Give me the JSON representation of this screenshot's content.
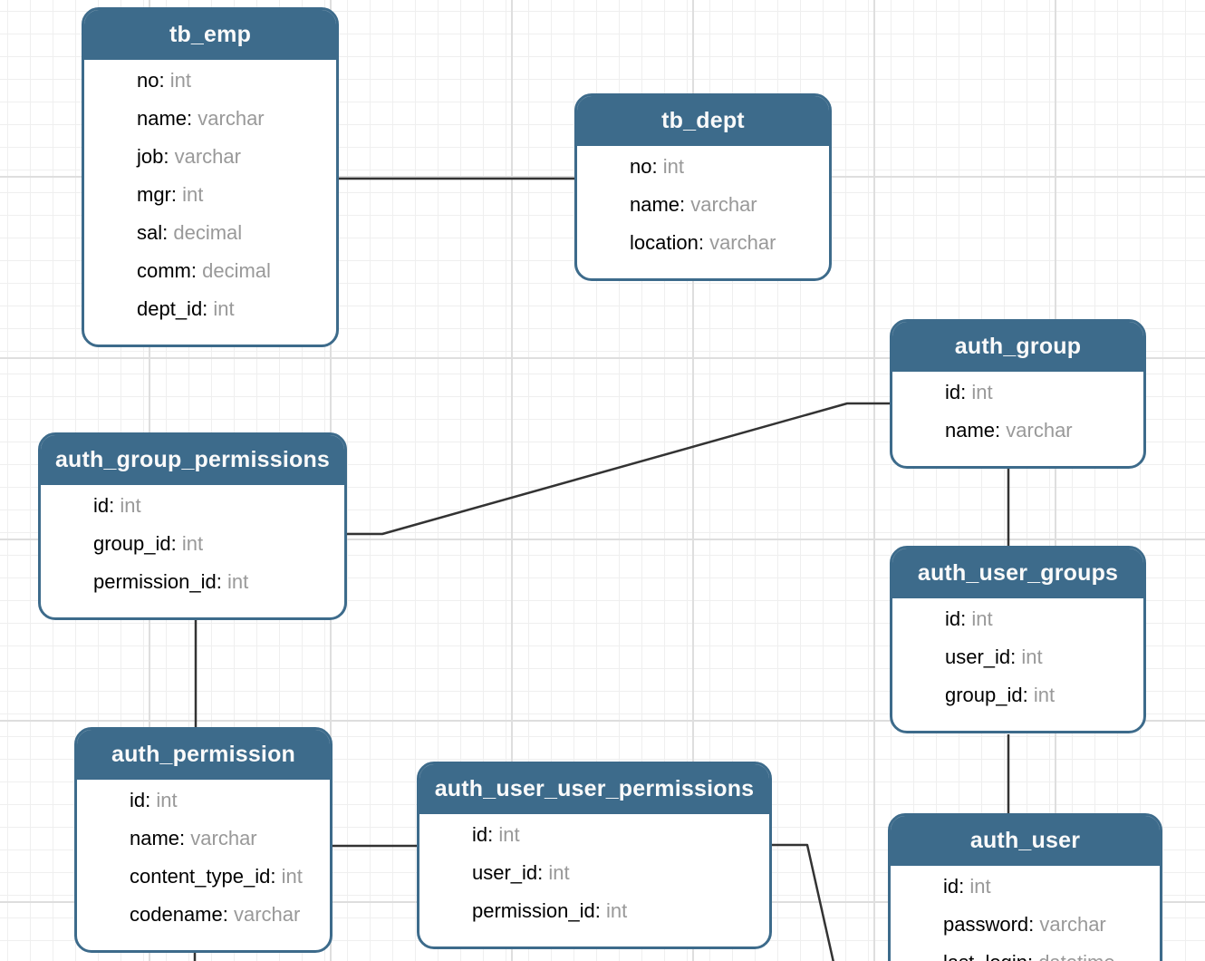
{
  "diagram": {
    "type": "database-schema",
    "tables": [
      {
        "name": "tb_emp",
        "title": "tb_emp",
        "fields": [
          {
            "name": "no",
            "type": "int"
          },
          {
            "name": "name",
            "type": "varchar"
          },
          {
            "name": "job",
            "type": "varchar"
          },
          {
            "name": "mgr",
            "type": "int"
          },
          {
            "name": "sal",
            "type": "decimal"
          },
          {
            "name": "comm",
            "type": "decimal"
          },
          {
            "name": "dept_id",
            "type": "int"
          }
        ]
      },
      {
        "name": "tb_dept",
        "title": "tb_dept",
        "fields": [
          {
            "name": "no",
            "type": "int"
          },
          {
            "name": "name",
            "type": "varchar"
          },
          {
            "name": "location",
            "type": "varchar"
          }
        ]
      },
      {
        "name": "auth_group",
        "title": "auth_group",
        "fields": [
          {
            "name": "id",
            "type": "int"
          },
          {
            "name": "name",
            "type": "varchar"
          }
        ]
      },
      {
        "name": "auth_group_permissions",
        "title": "auth_group_permissions",
        "fields": [
          {
            "name": "id",
            "type": "int"
          },
          {
            "name": "group_id",
            "type": "int"
          },
          {
            "name": "permission_id",
            "type": "int"
          }
        ]
      },
      {
        "name": "auth_user_groups",
        "title": "auth_user_groups",
        "fields": [
          {
            "name": "id",
            "type": "int"
          },
          {
            "name": "user_id",
            "type": "int"
          },
          {
            "name": "group_id",
            "type": "int"
          }
        ]
      },
      {
        "name": "auth_permission",
        "title": "auth_permission",
        "fields": [
          {
            "name": "id",
            "type": "int"
          },
          {
            "name": "name",
            "type": "varchar"
          },
          {
            "name": "content_type_id",
            "type": "int"
          },
          {
            "name": "codename",
            "type": "varchar"
          }
        ]
      },
      {
        "name": "auth_user_user_permissions",
        "title": "auth_user_user_permissions",
        "fields": [
          {
            "name": "id",
            "type": "int"
          },
          {
            "name": "user_id",
            "type": "int"
          },
          {
            "name": "permission_id",
            "type": "int"
          }
        ]
      },
      {
        "name": "auth_user",
        "title": "auth_user",
        "fields": [
          {
            "name": "id",
            "type": "int"
          },
          {
            "name": "password",
            "type": "varchar"
          },
          {
            "name": "last_login",
            "type": "datetime"
          }
        ]
      }
    ],
    "relations": [
      {
        "from": "tb_emp",
        "to": "tb_dept"
      },
      {
        "from": "auth_group_permissions",
        "to": "auth_group"
      },
      {
        "from": "auth_group",
        "to": "auth_user_groups"
      },
      {
        "from": "auth_group_permissions",
        "to": "auth_permission"
      },
      {
        "from": "auth_permission",
        "to": "auth_user_user_permissions"
      },
      {
        "from": "auth_user_groups",
        "to": "auth_user"
      },
      {
        "from": "auth_user_user_permissions",
        "to": "offscreen-bottom"
      },
      {
        "from": "auth_permission",
        "to": "offscreen-bottom"
      }
    ]
  },
  "colors": {
    "table_header_bg": "#3d6b8b",
    "table_border": "#3d6b8b",
    "table_title_text": "#fafafa",
    "field_name_text": "#000000",
    "field_type_text": "#999999",
    "relation_line": "#333333",
    "grid_minor": "#efefef",
    "grid_major": "#dedede",
    "background": "#ffffff"
  }
}
